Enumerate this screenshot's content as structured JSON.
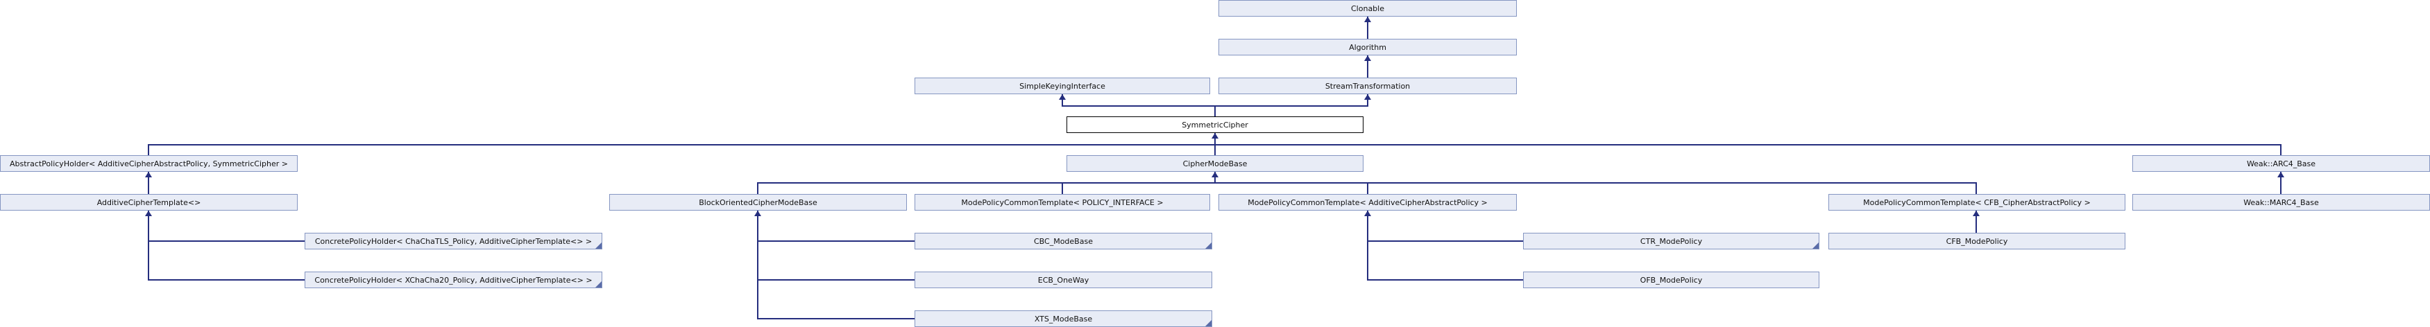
{
  "diagram": {
    "kind": "class-inheritance-diagram",
    "focal_class": "SymmetricCipher",
    "colors": {
      "box_fill": "#E8ECF6",
      "box_border": "#8596C2",
      "focal_box_fill": "#FFFFFF",
      "focal_box_border": "#000000",
      "line": "#252E7E",
      "truncation_marker": "#5A6CA8",
      "text": "#111111",
      "background": "#FFFFFF"
    },
    "nodes": [
      {
        "label": "Clonable",
        "truncated": false,
        "focal": false
      },
      {
        "label": "Algorithm",
        "truncated": false,
        "focal": false
      },
      {
        "label": "SimpleKeyingInterface",
        "truncated": false,
        "focal": false
      },
      {
        "label": "StreamTransformation",
        "truncated": false,
        "focal": false
      },
      {
        "label": "SymmetricCipher",
        "truncated": false,
        "focal": true
      },
      {
        "label": "AbstractPolicyHolder< AdditiveCipherAbstractPolicy, SymmetricCipher >",
        "truncated": false,
        "focal": false
      },
      {
        "label": "CipherModeBase",
        "truncated": false,
        "focal": false
      },
      {
        "label": "Weak::ARC4_Base",
        "truncated": false,
        "focal": false
      },
      {
        "label": "AdditiveCipherTemplate<>",
        "truncated": false,
        "focal": false
      },
      {
        "label": "BlockOrientedCipherModeBase",
        "truncated": false,
        "focal": false
      },
      {
        "label": "ModePolicyCommonTemplate< POLICY_INTERFACE >",
        "truncated": false,
        "focal": false
      },
      {
        "label": "ModePolicyCommonTemplate< AdditiveCipherAbstractPolicy >",
        "truncated": false,
        "focal": false
      },
      {
        "label": "ModePolicyCommonTemplate< CFB_CipherAbstractPolicy >",
        "truncated": false,
        "focal": false
      },
      {
        "label": "Weak::MARC4_Base",
        "truncated": false,
        "focal": false
      },
      {
        "label": "ConcretePolicyHolder< ChaChaTLS_Policy, AdditiveCipherTemplate<> >",
        "truncated": true,
        "focal": false
      },
      {
        "label": "ConcretePolicyHolder< XChaCha20_Policy, AdditiveCipherTemplate<> >",
        "truncated": true,
        "focal": false
      },
      {
        "label": "CBC_ModeBase",
        "truncated": true,
        "focal": false
      },
      {
        "label": "ECB_OneWay",
        "truncated": false,
        "focal": false
      },
      {
        "label": "XTS_ModeBase",
        "truncated": true,
        "focal": false
      },
      {
        "label": "CTR_ModePolicy",
        "truncated": true,
        "focal": false
      },
      {
        "label": "OFB_ModePolicy",
        "truncated": false,
        "focal": false
      },
      {
        "label": "CFB_ModePolicy",
        "truncated": false,
        "focal": false
      }
    ],
    "edges": [
      {
        "derived": "Algorithm",
        "base": "Clonable"
      },
      {
        "derived": "StreamTransformation",
        "base": "Algorithm"
      },
      {
        "derived": "SymmetricCipher",
        "base": "SimpleKeyingInterface"
      },
      {
        "derived": "SymmetricCipher",
        "base": "StreamTransformation"
      },
      {
        "derived": "AbstractPolicyHolder< AdditiveCipherAbstractPolicy, SymmetricCipher >",
        "base": "SymmetricCipher"
      },
      {
        "derived": "CipherModeBase",
        "base": "SymmetricCipher"
      },
      {
        "derived": "Weak::ARC4_Base",
        "base": "SymmetricCipher"
      },
      {
        "derived": "AdditiveCipherTemplate<>",
        "base": "AbstractPolicyHolder< AdditiveCipherAbstractPolicy, SymmetricCipher >"
      },
      {
        "derived": "ConcretePolicyHolder< ChaChaTLS_Policy, AdditiveCipherTemplate<> >",
        "base": "AdditiveCipherTemplate<>"
      },
      {
        "derived": "ConcretePolicyHolder< XChaCha20_Policy, AdditiveCipherTemplate<> >",
        "base": "AdditiveCipherTemplate<>"
      },
      {
        "derived": "BlockOrientedCipherModeBase",
        "base": "CipherModeBase"
      },
      {
        "derived": "ModePolicyCommonTemplate< POLICY_INTERFACE >",
        "base": "CipherModeBase"
      },
      {
        "derived": "ModePolicyCommonTemplate< AdditiveCipherAbstractPolicy >",
        "base": "CipherModeBase"
      },
      {
        "derived": "ModePolicyCommonTemplate< CFB_CipherAbstractPolicy >",
        "base": "CipherModeBase"
      },
      {
        "derived": "CBC_ModeBase",
        "base": "BlockOrientedCipherModeBase"
      },
      {
        "derived": "ECB_OneWay",
        "base": "BlockOrientedCipherModeBase"
      },
      {
        "derived": "XTS_ModeBase",
        "base": "BlockOrientedCipherModeBase"
      },
      {
        "derived": "CTR_ModePolicy",
        "base": "ModePolicyCommonTemplate< AdditiveCipherAbstractPolicy >"
      },
      {
        "derived": "OFB_ModePolicy",
        "base": "ModePolicyCommonTemplate< AdditiveCipherAbstractPolicy >"
      },
      {
        "derived": "CFB_ModePolicy",
        "base": "ModePolicyCommonTemplate< CFB_CipherAbstractPolicy >"
      },
      {
        "derived": "Weak::MARC4_Base",
        "base": "Weak::ARC4_Base"
      }
    ]
  }
}
